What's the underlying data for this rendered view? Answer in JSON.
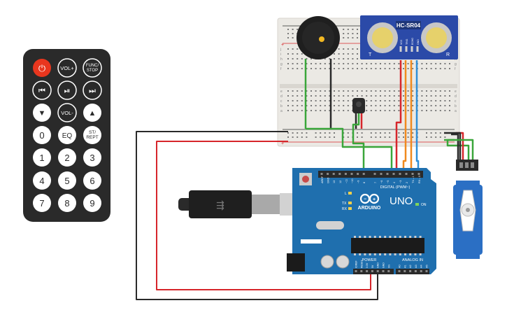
{
  "remote": {
    "buttons": {
      "power": "⏻",
      "vol_up": "VOL+",
      "func_stop_1": "FUNC/",
      "func_stop_2": "STOP",
      "prev": "⏮",
      "play_pause": "⏯",
      "next": "⏭",
      "down": "▼",
      "vol_down": "VOL-",
      "up": "▲",
      "zero": "0",
      "eq": "EQ",
      "st_rept_1": "ST/",
      "st_rept_2": "REPT",
      "one": "1",
      "two": "2",
      "three": "3",
      "four": "4",
      "five": "5",
      "six": "6",
      "seven": "7",
      "eight": "8",
      "nine": "9"
    }
  },
  "sensor": {
    "model": "HC-SR04",
    "pin_labels": [
      "VCC",
      "TRIG",
      "ECHO",
      "GND"
    ],
    "left_mark": "T",
    "right_mark": "R"
  },
  "arduino": {
    "brand": "ARDUINO",
    "model": "UNO",
    "digital_label": "DIGITAL (PWM~)",
    "power_label": "POWER",
    "analog_label": "ANALOG IN",
    "on_label": "ON",
    "tx_label": "TX",
    "rx_label": "RX",
    "l_label": "L",
    "digital_pins": [
      "AREF",
      "GND",
      "13",
      "12",
      "~11",
      "~10",
      "~9",
      "8",
      "7",
      "~6",
      "~5",
      "4",
      "~3",
      "2",
      "TX→1",
      "RX←0"
    ],
    "power_pins": [
      "IOREF",
      "RESET",
      "3.3V",
      "5V",
      "GND",
      "GND",
      "Vin"
    ],
    "analog_pins": [
      "A0",
      "A1",
      "A2",
      "A3",
      "A4",
      "A5"
    ]
  },
  "breadboard": {
    "letters": [
      "a",
      "b",
      "c",
      "d",
      "e",
      "f",
      "g",
      "h",
      "i",
      "j"
    ]
  },
  "colors": {
    "remote_body": "#2a2a2a",
    "remote_button": "#ffffff",
    "power_button": "#e8361e",
    "arduino_board": "#1f6fae",
    "sensor_board": "#2b4aa8",
    "servo_body": "#2b6fc4",
    "wire_red": "#d6262b",
    "wire_black": "#2a2a2a",
    "wire_green": "#3aa63a",
    "wire_orange": "#f08a1f",
    "wire_blue": "#2e8fd8",
    "breadboard": "#ebe9e4"
  }
}
